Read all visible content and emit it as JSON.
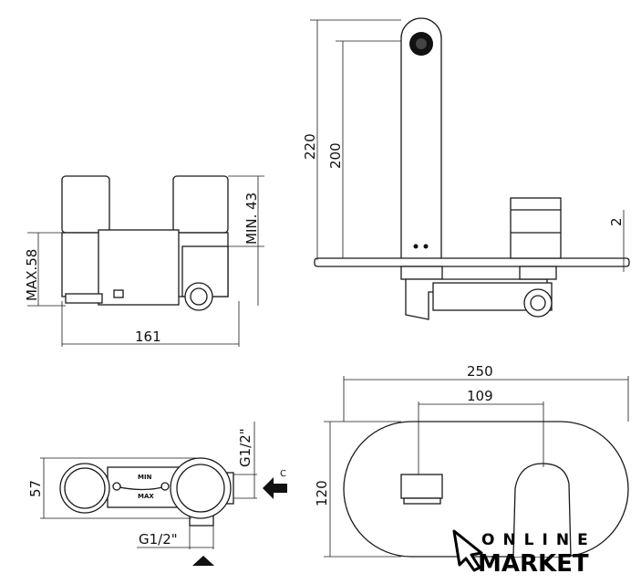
{
  "dimensions": {
    "front_width": "161",
    "front_max_height": "MAX.58",
    "front_min_depth": "MIN. 43",
    "side_total_height": "220",
    "side_spout_height": "200",
    "side_plate_thickness": "2",
    "plate_width": "250",
    "plate_spacing": "109",
    "plate_height": "120",
    "top_depth": "57",
    "inlet_side": "G1/2\"",
    "inlet_bottom": "G1/2\""
  },
  "labels": {
    "min": "MIN",
    "max": "MAX",
    "arrow_c": "C"
  },
  "logo": {
    "line1": "ONLINE",
    "line2": "MARKET"
  }
}
